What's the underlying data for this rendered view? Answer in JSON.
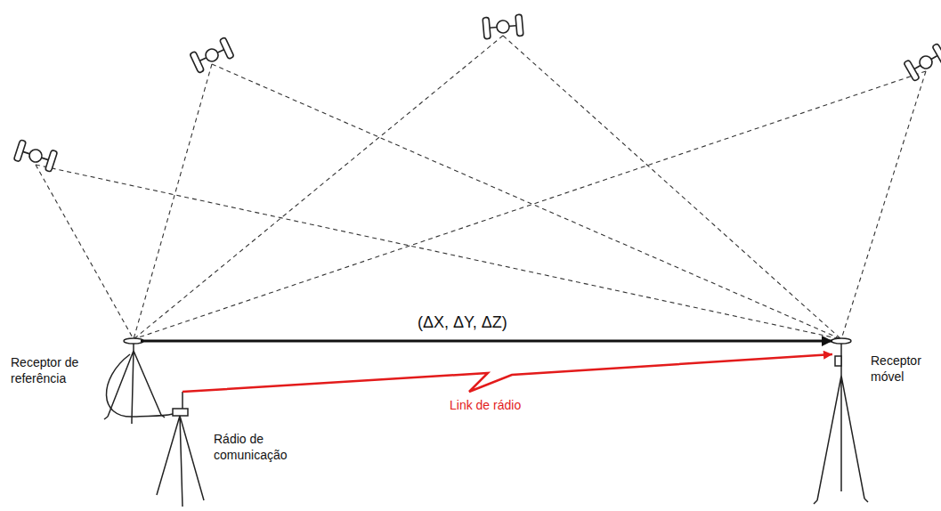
{
  "diagram": {
    "nodes": [
      {
        "text": [
          "Receptor de referência"
        ]
      },
      {
        "text": [
          "Rádio de comunicação"
        ]
      },
      {
        "text": [
          "Receptor móvel"
        ]
      }
    ],
    "edges": [
      {
        "from": 0,
        "to": 2,
        "arrow": "to",
        "label": "(ΔX, ΔY, ΔZ)"
      },
      {
        "from": 1,
        "to": 2,
        "arrow": "to",
        "label": "Link de rádio"
      }
    ]
  }
}
